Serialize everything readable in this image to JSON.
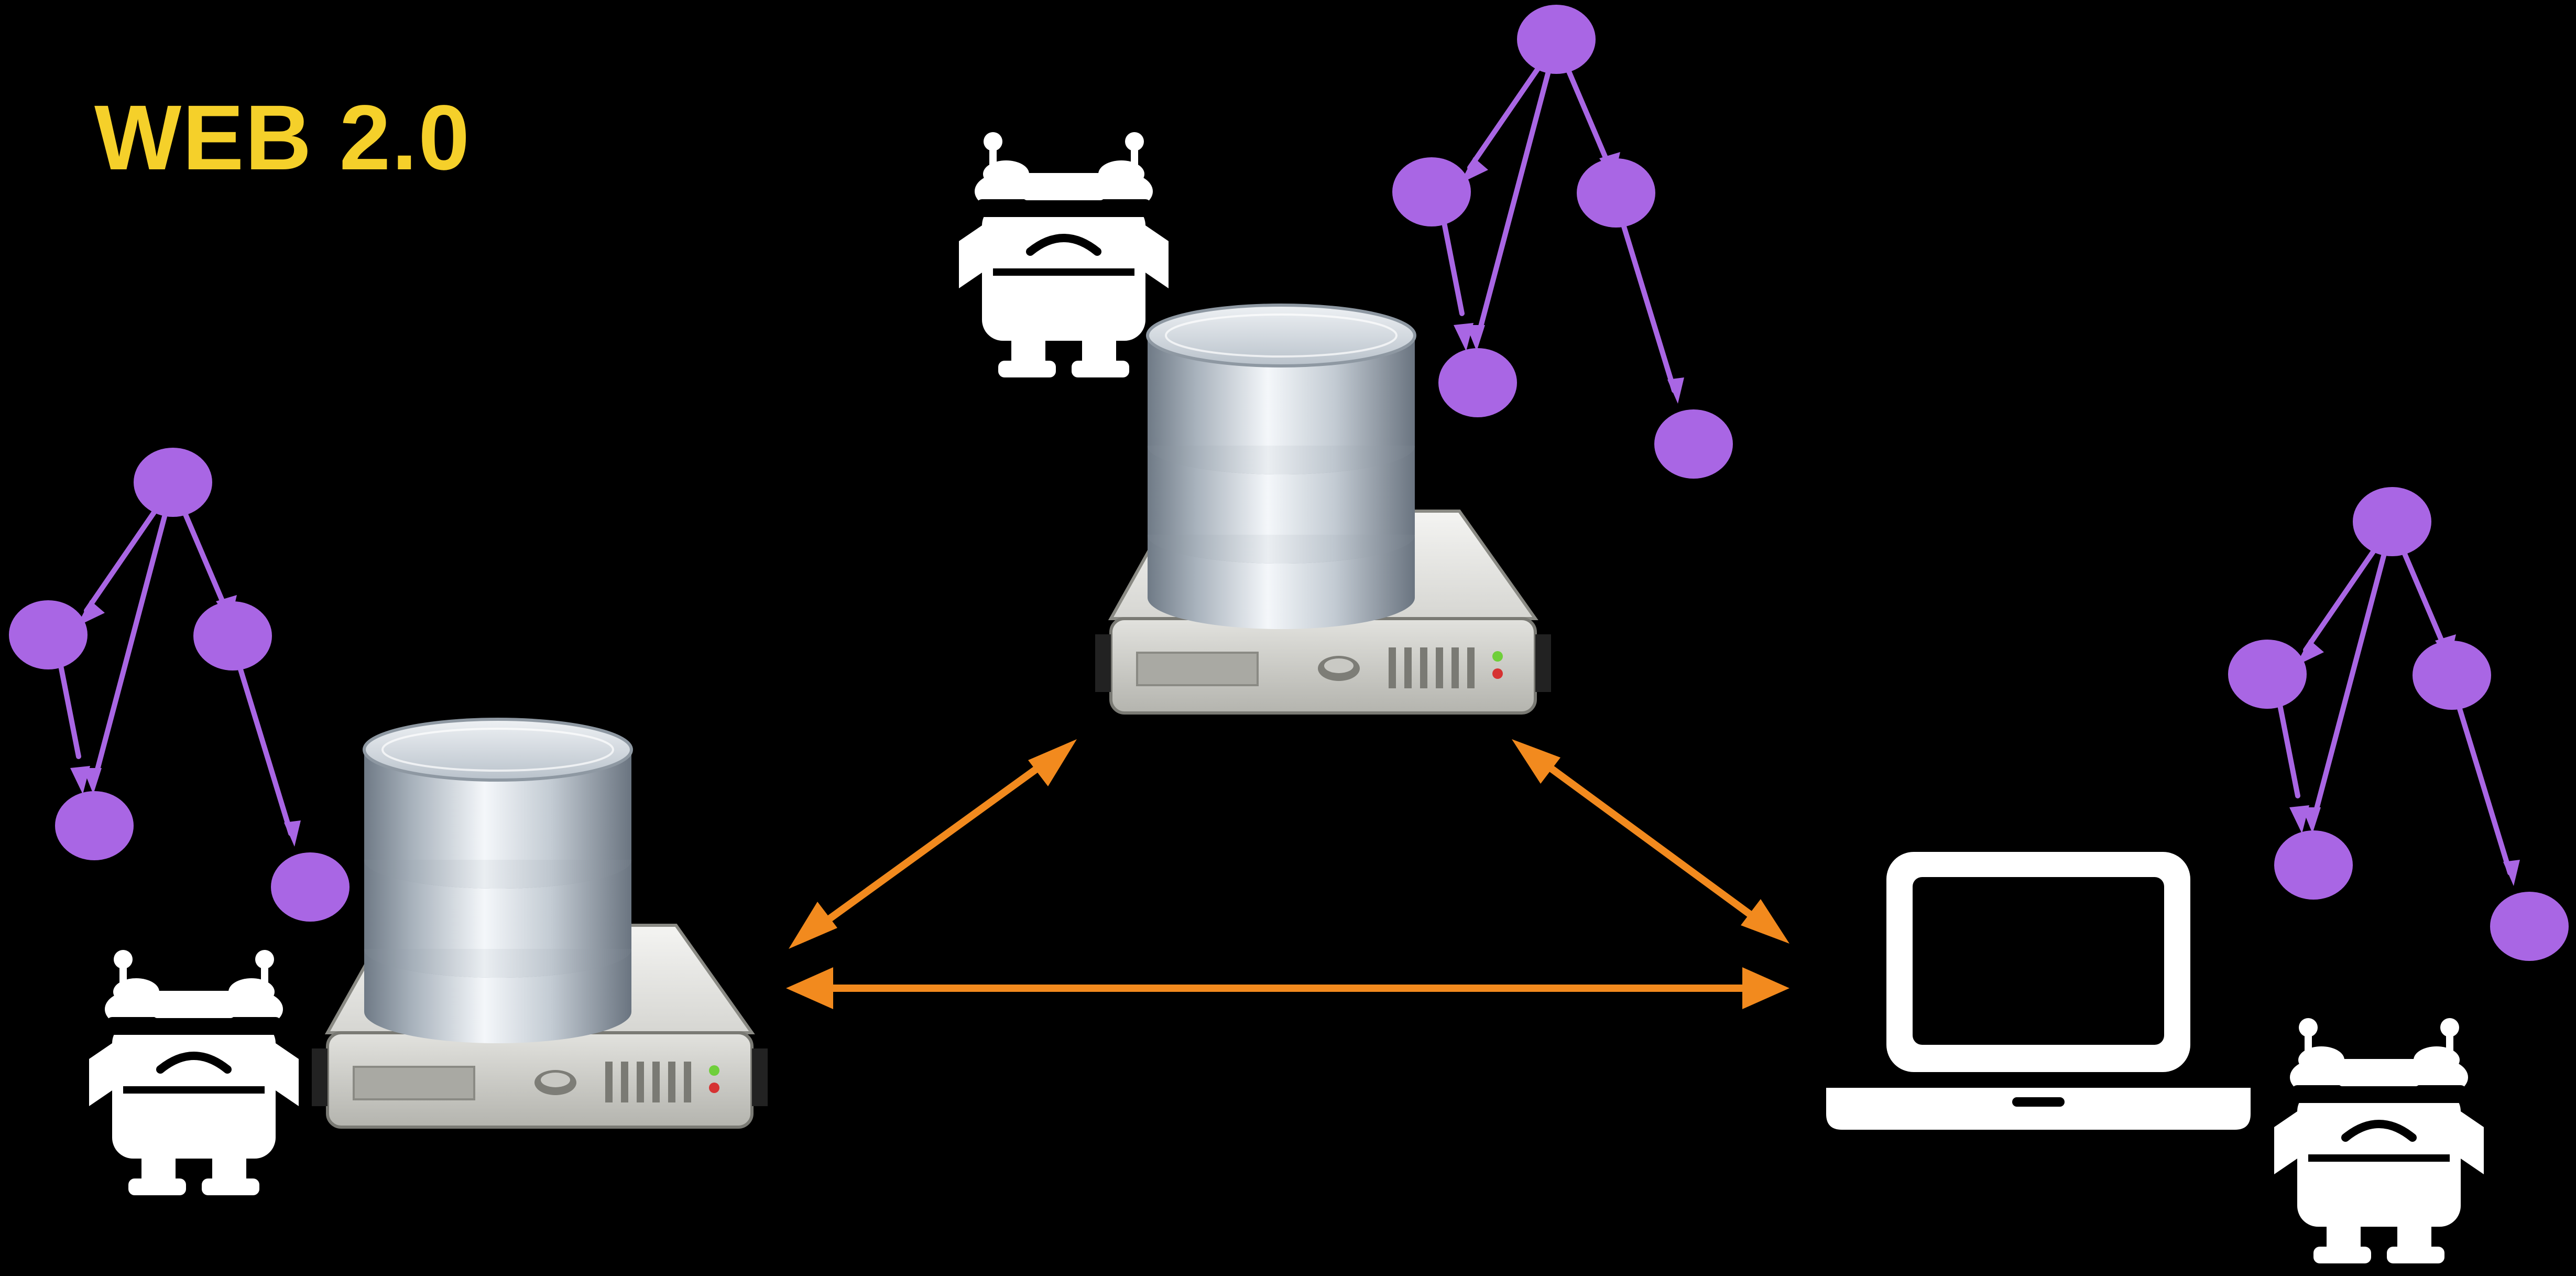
{
  "title": "WEB 2.0",
  "colors": {
    "background": "#000000",
    "title": "#F5D02A",
    "graph": "#A966E4",
    "arrows": "#F28A1E",
    "robot": "#FFFFFF",
    "laptop": "#FFFFFF"
  },
  "nodes": [
    {
      "name": "server-left",
      "icon": "database-server-icon"
    },
    {
      "name": "server-top",
      "icon": "database-server-icon"
    },
    {
      "name": "laptop-client",
      "icon": "laptop-icon"
    }
  ],
  "connections": [
    {
      "from": "server-left",
      "to": "server-top",
      "direction": "bidirectional"
    },
    {
      "from": "server-top",
      "to": "laptop-client",
      "direction": "bidirectional"
    },
    {
      "from": "server-left",
      "to": "laptop-client",
      "direction": "bidirectional"
    }
  ],
  "graph_icon": "directed-graph-icon",
  "agent_icon": "robot-icon"
}
